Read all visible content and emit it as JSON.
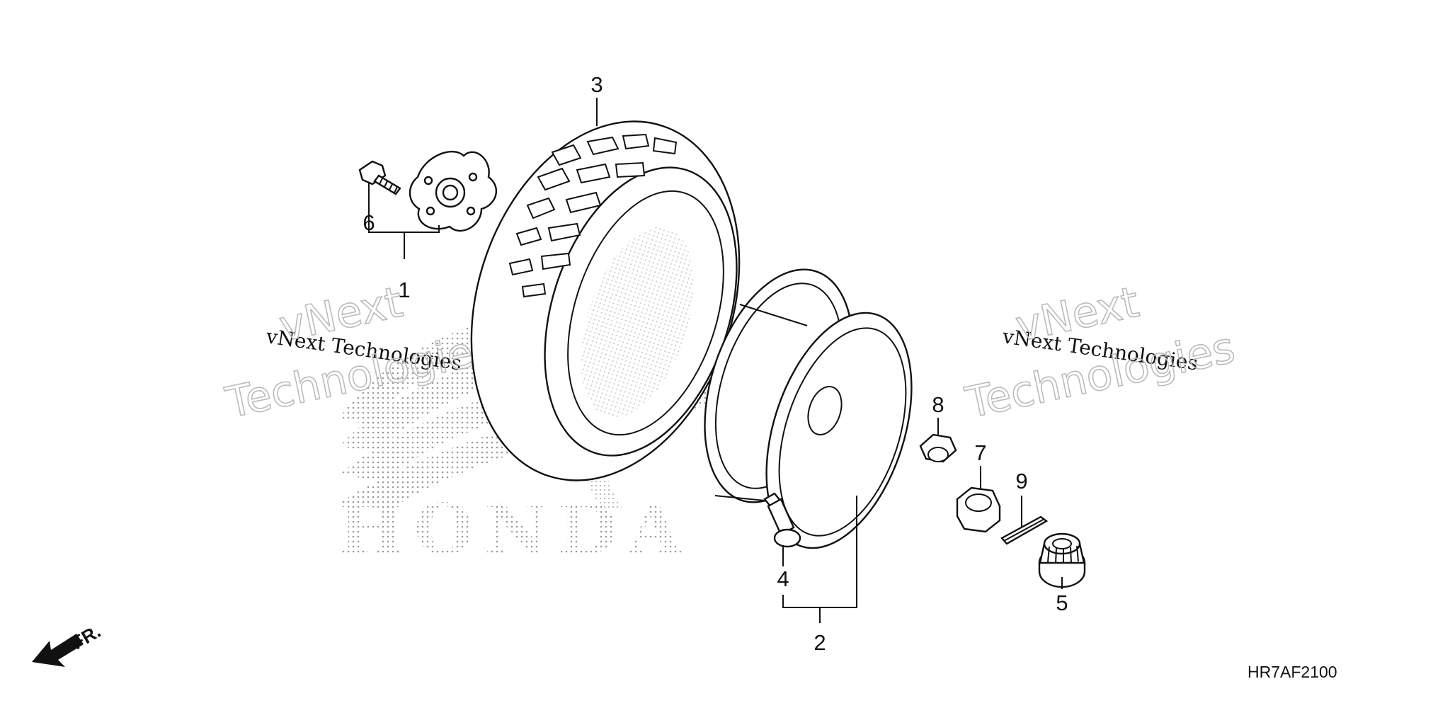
{
  "diagram": {
    "code": "HR7AF2100",
    "direction_label": "FR.",
    "brand_logo_text": "HONDA",
    "watermarks": [
      {
        "small": "vNext Technologies",
        "big_line1": "vNext",
        "big_line2": "Technologies"
      },
      {
        "small": "vNext Technologies",
        "big_line1": "vNext",
        "big_line2": "Technologies"
      }
    ],
    "callouts": [
      {
        "id": "callout-1",
        "label": "1"
      },
      {
        "id": "callout-2",
        "label": "2"
      },
      {
        "id": "callout-3",
        "label": "3"
      },
      {
        "id": "callout-4",
        "label": "4"
      },
      {
        "id": "callout-5",
        "label": "5"
      },
      {
        "id": "callout-6",
        "label": "6"
      },
      {
        "id": "callout-7",
        "label": "7"
      },
      {
        "id": "callout-8",
        "label": "8"
      },
      {
        "id": "callout-9",
        "label": "9"
      }
    ]
  }
}
